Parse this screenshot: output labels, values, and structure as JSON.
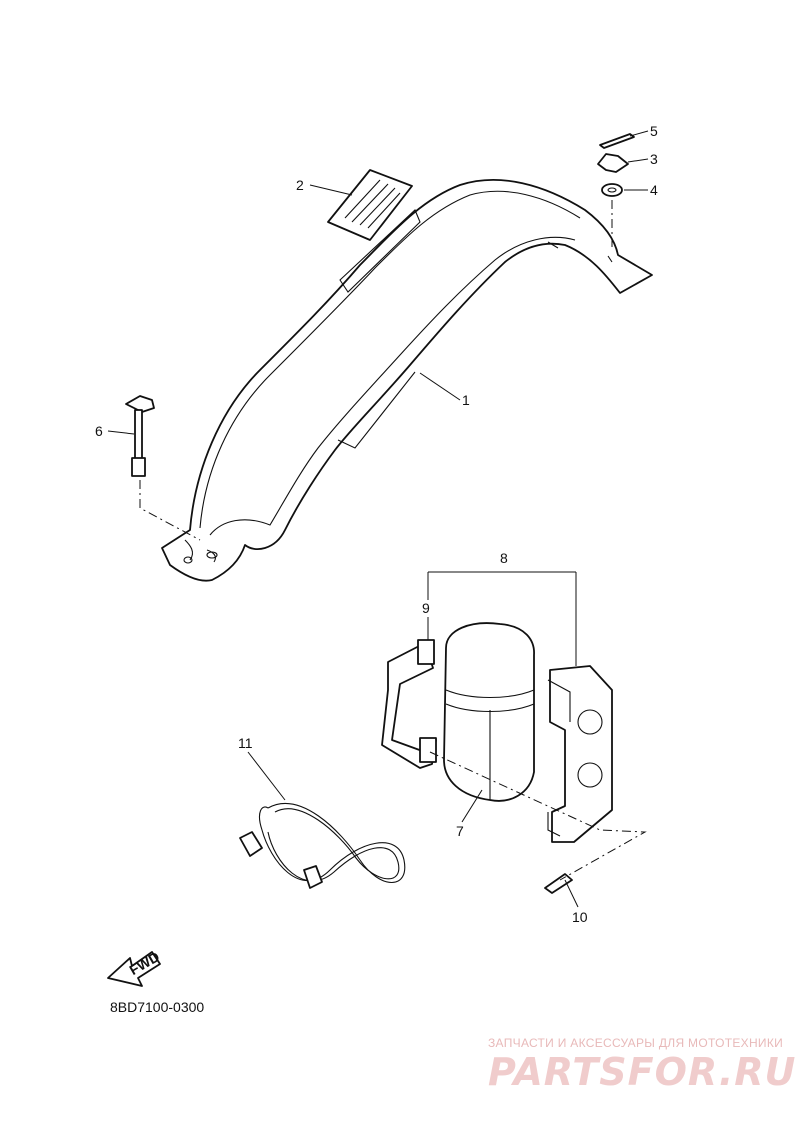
{
  "diagram_code": "8BD7100-0300",
  "fwd_label": "FWD",
  "callouts": {
    "c1": "1",
    "c2": "2",
    "c3": "3",
    "c4": "4",
    "c5": "5",
    "c6": "6",
    "c7": "7",
    "c8": "8",
    "c9": "9",
    "c10": "10",
    "c11": "11"
  },
  "watermark": {
    "tagline": "ЗАПЧАСТИ И АКСЕССУАРЫ ДЛЯ МОТОТЕХНИКИ",
    "logo": "PARTSFOR.RU"
  }
}
